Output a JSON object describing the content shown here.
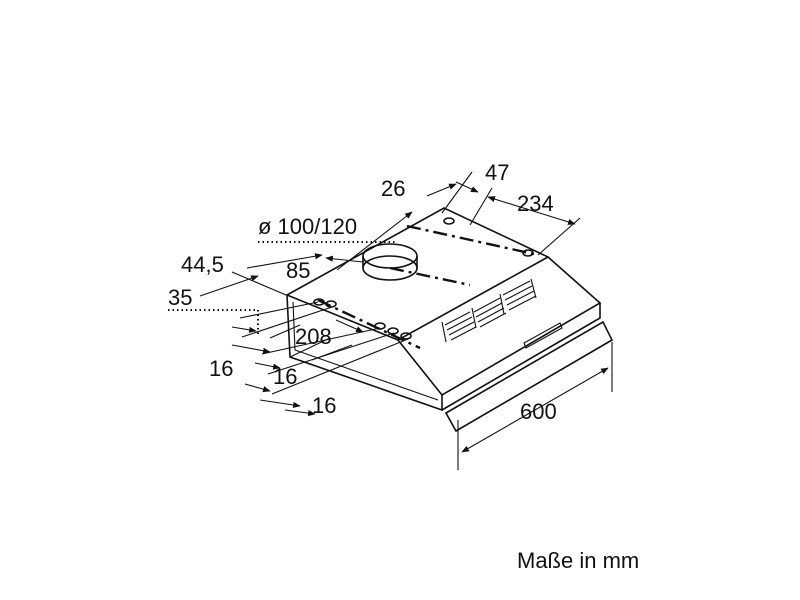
{
  "labels": {
    "d47": "47",
    "d26": "26",
    "d234": "234",
    "d_diameter": "ø 100/120",
    "d44_5": "44,5",
    "d85": "85",
    "d35": "35",
    "d208": "208",
    "d16_a": "16",
    "d16_b": "16",
    "d16_c": "16",
    "d600": "600"
  },
  "caption": "Maße in mm"
}
